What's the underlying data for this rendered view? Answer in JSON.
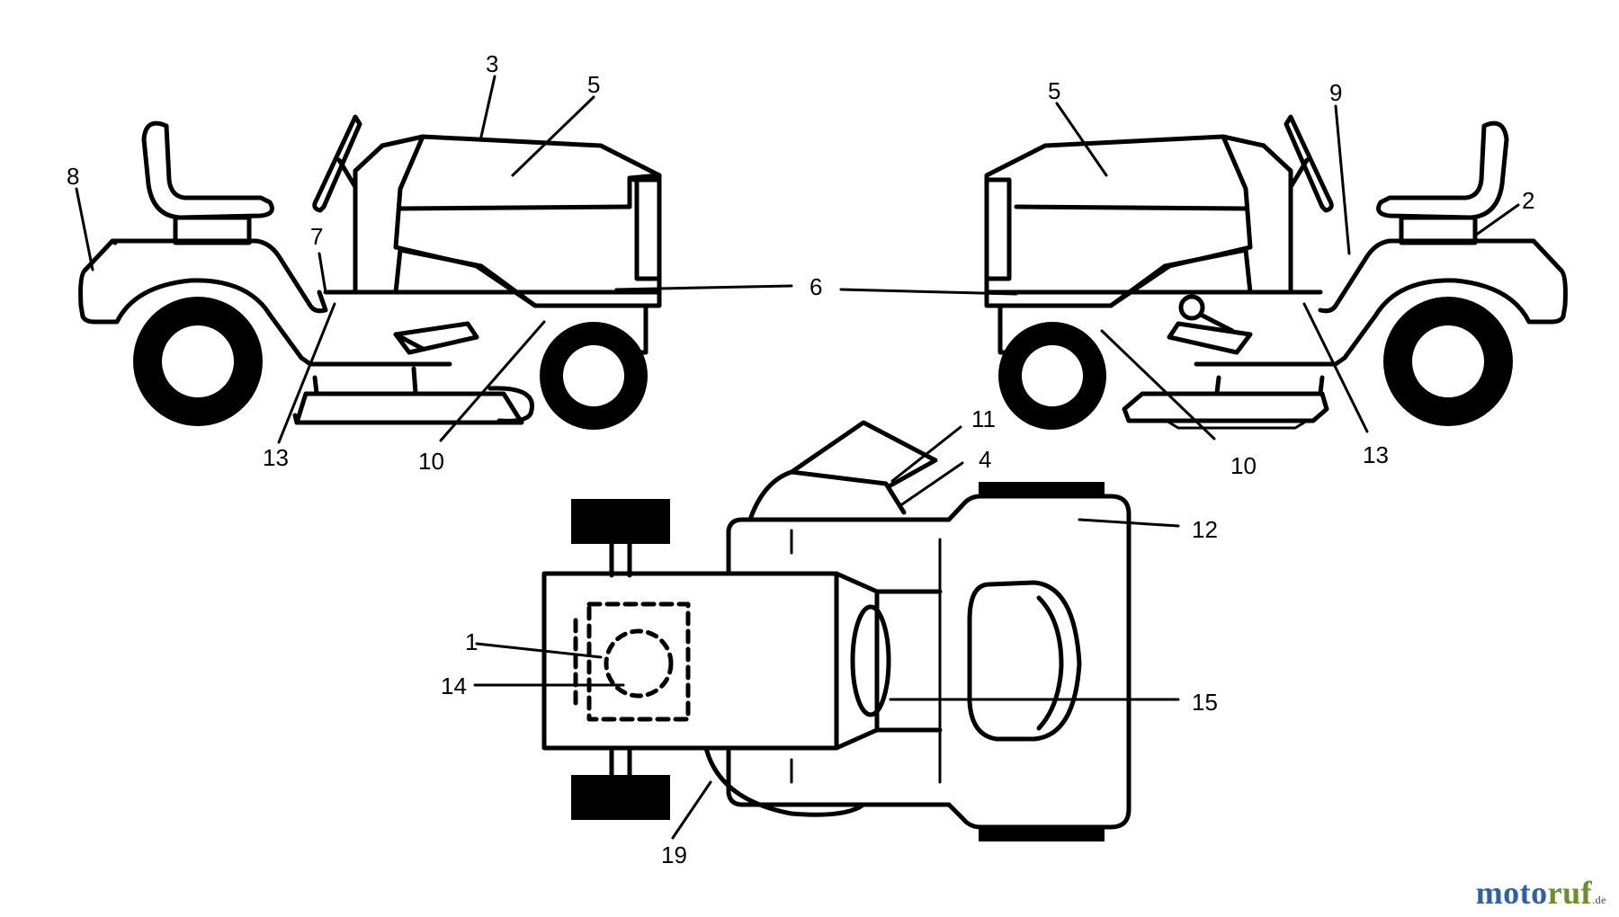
{
  "callouts": {
    "left_side_view": [
      "3",
      "5",
      "7",
      "8",
      "13",
      "10"
    ],
    "right_side_view": [
      "5",
      "9",
      "2",
      "10",
      "13"
    ],
    "shared": "6",
    "top_view": [
      "11",
      "4",
      "12",
      "1",
      "14",
      "15",
      "19"
    ]
  },
  "brand": {
    "part1": "moto",
    "part2": "ruf",
    "suffix": ".de"
  },
  "colors": {
    "ink": "#000000",
    "brand_blue": "#2f5fa8",
    "brand_green": "#6a8f2c"
  }
}
